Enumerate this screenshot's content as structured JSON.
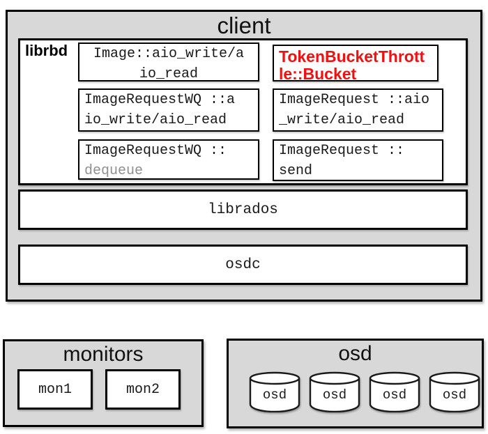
{
  "client": {
    "title": "client",
    "librbd": {
      "label": "librbd",
      "left_boxes": [
        {
          "line1": "Image::aio_write/a",
          "line2": "io_read"
        },
        {
          "line1": "ImageRequestWQ ::a",
          "line2": "io_write/aio_read"
        },
        {
          "line1": "ImageRequestWQ ::",
          "line2": "dequeue"
        }
      ],
      "right_boxes": [
        {
          "line1": "TokenBucketThrott",
          "line2": "le::Bucket"
        },
        {
          "line1": "ImageRequest ::aio",
          "line2": "_write/aio_read"
        },
        {
          "line1": "ImageRequest ::",
          "line2": "send"
        }
      ]
    },
    "librados_label": "librados",
    "osdc_label": "osdc"
  },
  "monitors": {
    "title": "monitors",
    "nodes": [
      {
        "label": "mon1"
      },
      {
        "label": "mon2"
      }
    ]
  },
  "osd": {
    "title": "osd",
    "nodes": [
      {
        "label": "osd"
      },
      {
        "label": "osd"
      },
      {
        "label": "osd"
      },
      {
        "label": "osd"
      }
    ]
  },
  "colors": {
    "panel_gray": "#d8d8d8",
    "border_black": "#000000",
    "highlight_red": "#ee1111",
    "muted_text_gray": "#909090",
    "box_white": "#ffffff"
  }
}
